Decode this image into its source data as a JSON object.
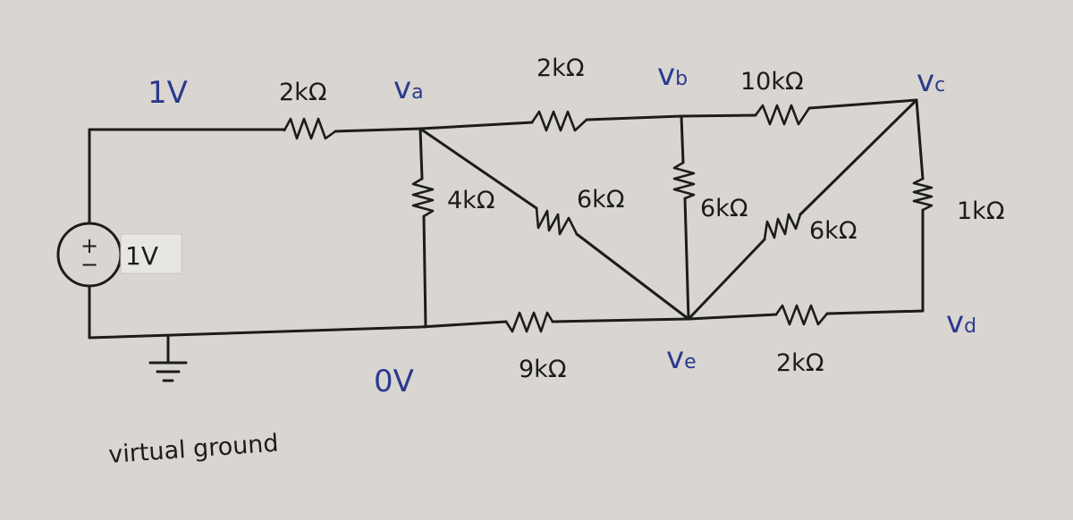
{
  "colors": {
    "background": "#d9d6d2",
    "wire": "#1c1c1c",
    "node_label": "#2c3a8c",
    "value_label": "#1c1c1c"
  },
  "source": {
    "voltage_label": "1V",
    "plus_label": "+",
    "minus_label": "−",
    "side_label": "1V"
  },
  "ground": {
    "node_label": "0V",
    "caption": "virtual ground"
  },
  "nodes": {
    "va": "v",
    "va_sub": "a",
    "vb": "v",
    "vb_sub": "b",
    "vc": "v",
    "vc_sub": "c",
    "vd": "v",
    "vd_sub": "d",
    "ve": "v",
    "ve_sub": "e"
  },
  "resistors": {
    "r_source_va": "2kΩ",
    "r_va_vb": "2kΩ",
    "r_vb_vc": "10kΩ",
    "r_va_ground": "4kΩ",
    "r_va_ve": "6kΩ",
    "r_vb_ve": "6kΩ",
    "r_vc_ve": "6kΩ",
    "r_vc_vd": "1kΩ",
    "r_ground_ve": "9kΩ",
    "r_ve_vd": "2kΩ"
  }
}
